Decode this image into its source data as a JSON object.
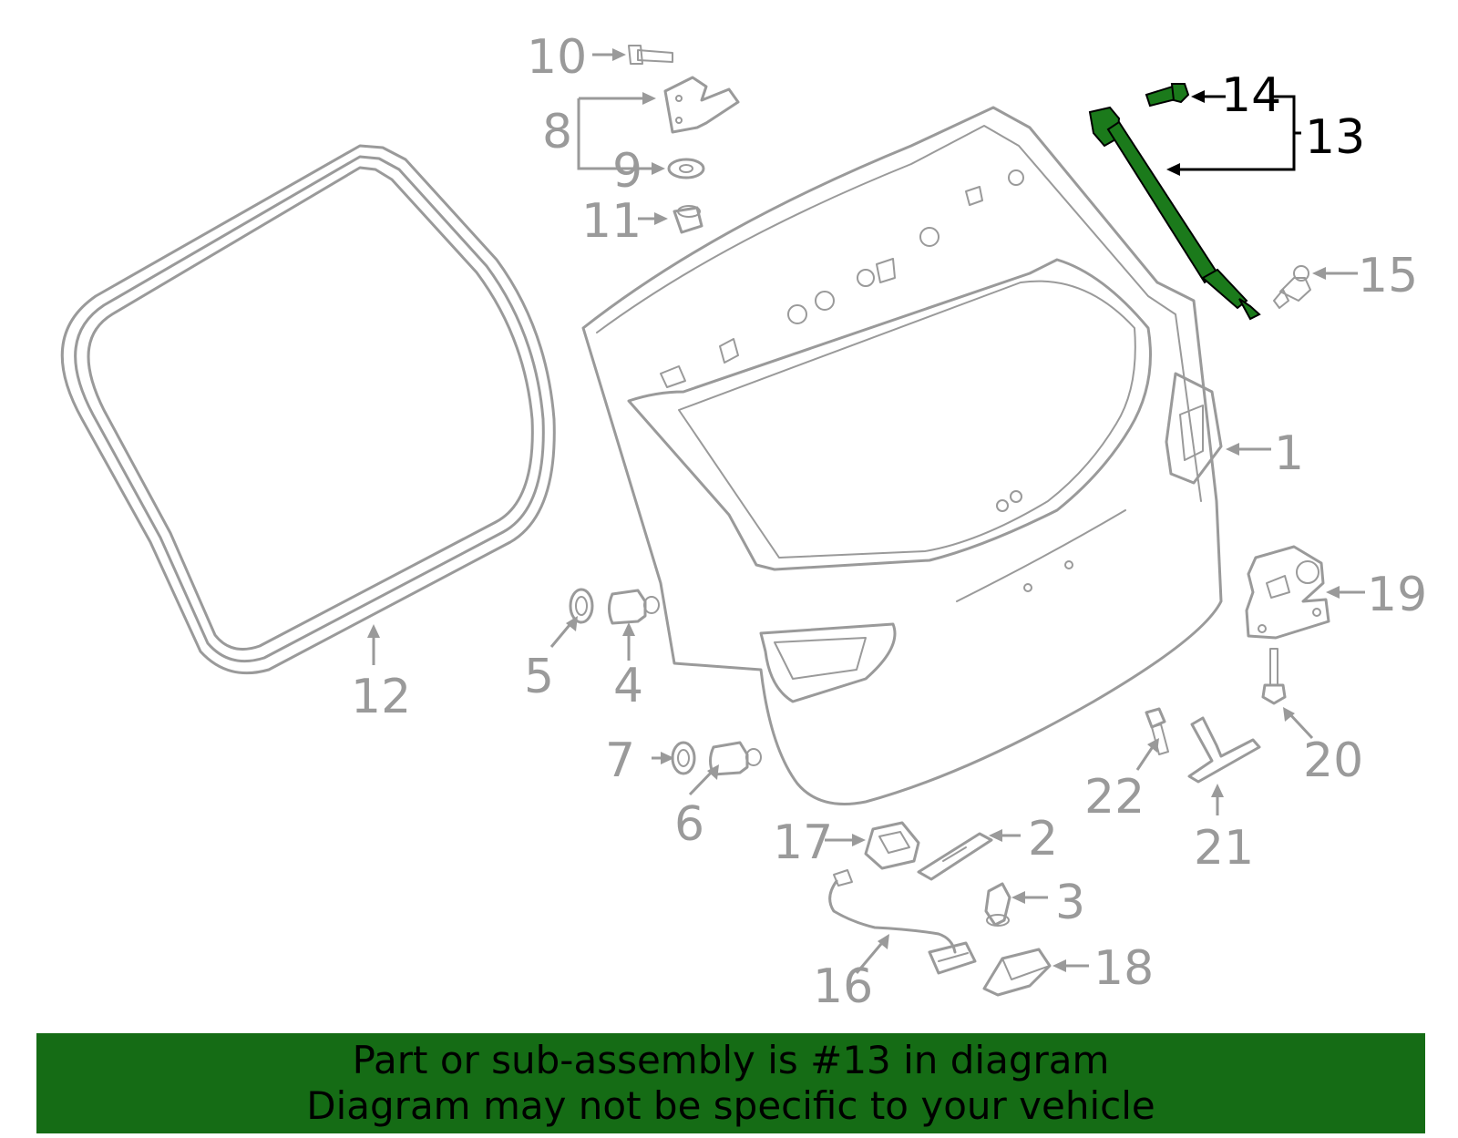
{
  "diagram": {
    "highlight_color": "#1b7a1b",
    "line_color": "#9a9a9a",
    "highlighted_part": "13",
    "callouts": [
      {
        "id": "c1",
        "label": "1"
      },
      {
        "id": "c2",
        "label": "2"
      },
      {
        "id": "c3",
        "label": "3"
      },
      {
        "id": "c4",
        "label": "4"
      },
      {
        "id": "c5",
        "label": "5"
      },
      {
        "id": "c6",
        "label": "6"
      },
      {
        "id": "c7",
        "label": "7"
      },
      {
        "id": "c8",
        "label": "8"
      },
      {
        "id": "c9",
        "label": "9"
      },
      {
        "id": "c10",
        "label": "10"
      },
      {
        "id": "c11",
        "label": "11"
      },
      {
        "id": "c12",
        "label": "12"
      },
      {
        "id": "c13",
        "label": "13"
      },
      {
        "id": "c14",
        "label": "14"
      },
      {
        "id": "c15",
        "label": "15"
      },
      {
        "id": "c16",
        "label": "16"
      },
      {
        "id": "c17",
        "label": "17"
      },
      {
        "id": "c18",
        "label": "18"
      },
      {
        "id": "c19",
        "label": "19"
      },
      {
        "id": "c20",
        "label": "20"
      },
      {
        "id": "c21",
        "label": "21"
      },
      {
        "id": "c22",
        "label": "22"
      }
    ]
  },
  "banner": {
    "background": "#156c15",
    "line1": "Part or sub-assembly is #13 in diagram",
    "line2": "Diagram may not be specific to your vehicle"
  }
}
